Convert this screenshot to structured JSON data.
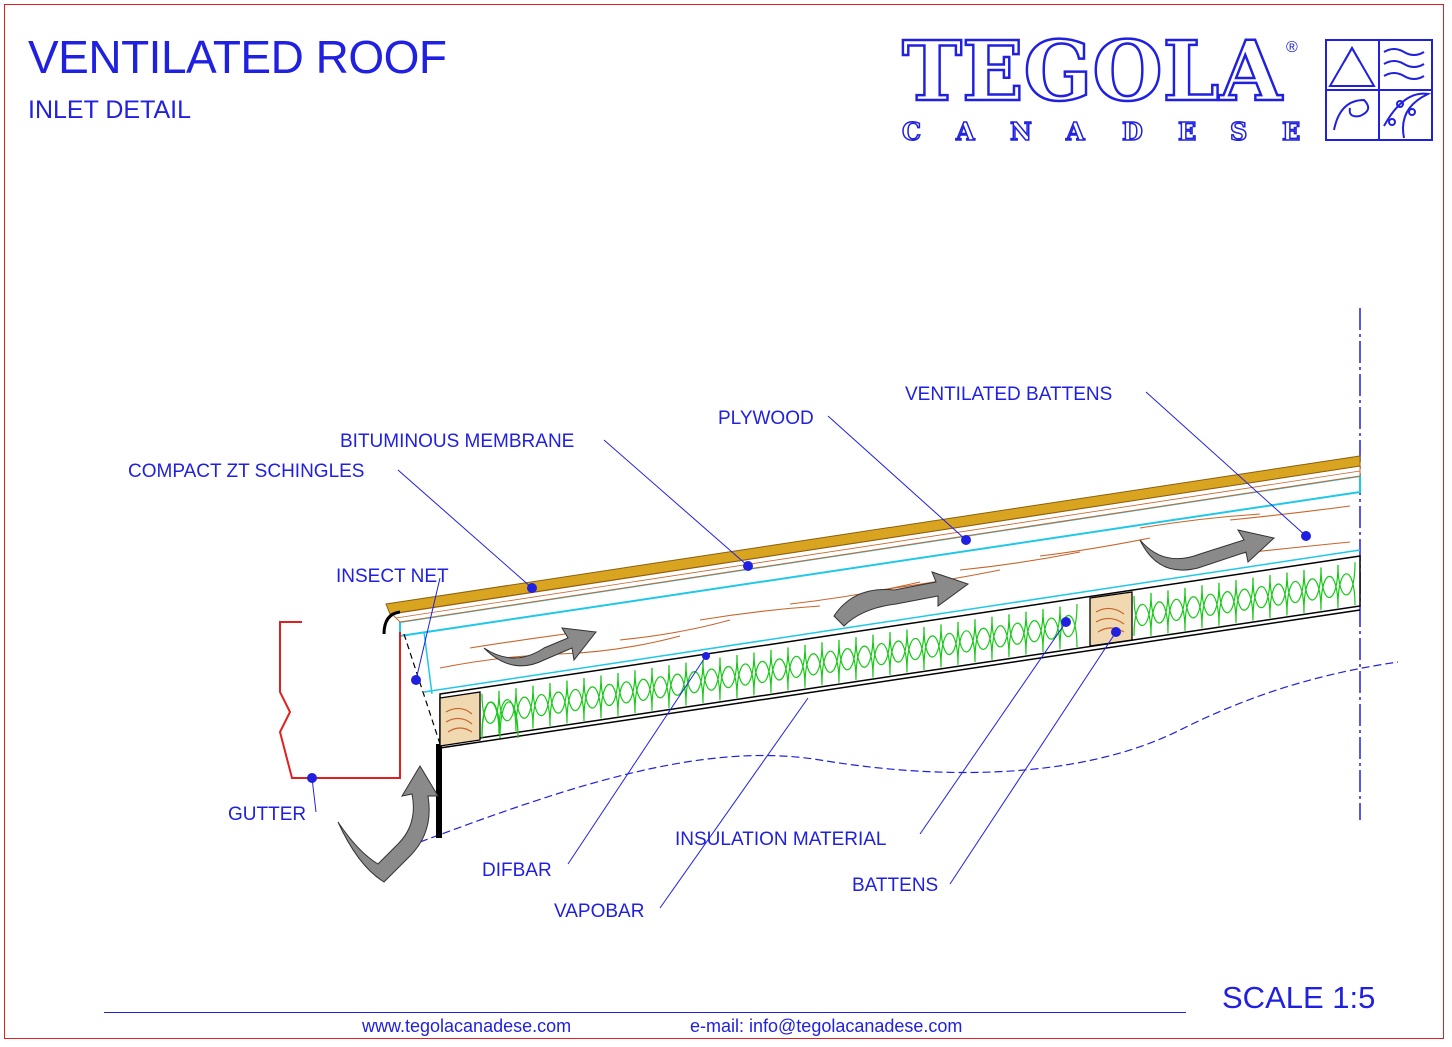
{
  "title": "VENTILATED ROOF",
  "subtitle": "INLET DETAIL",
  "logo": {
    "name": "TEGOLA",
    "registered": "®",
    "tagline_letters": [
      "C",
      "A",
      "N",
      "A",
      "D",
      "E",
      "S",
      "E"
    ]
  },
  "labels": {
    "ventilated_battens": "VENTILATED BATTENS",
    "plywood": "PLYWOOD",
    "bituminous_membrane": "BITUMINOUS MEMBRANE",
    "compact_zt_shingles": "COMPACT ZT SCHINGLES",
    "insect_net": "INSECT NET",
    "gutter": "GUTTER",
    "difbar": "DIFBAR",
    "insulation_material": "INSULATION MATERIAL",
    "battens": "BATTENS",
    "vapobar": "VAPOBAR"
  },
  "scale": "SCALE 1:5",
  "footer": {
    "website": "www.tegolacanadese.com",
    "email": "e-mail: info@tegolacanadese.com"
  },
  "colors": {
    "annotation": "#2020e0",
    "frame": "#e02020",
    "shingles": "#d9a520",
    "insulation": "#19c819",
    "plywood_cyan": "#20c8e8",
    "airflow_arrow": "#8a8a8a",
    "wood": "#c8642a"
  }
}
